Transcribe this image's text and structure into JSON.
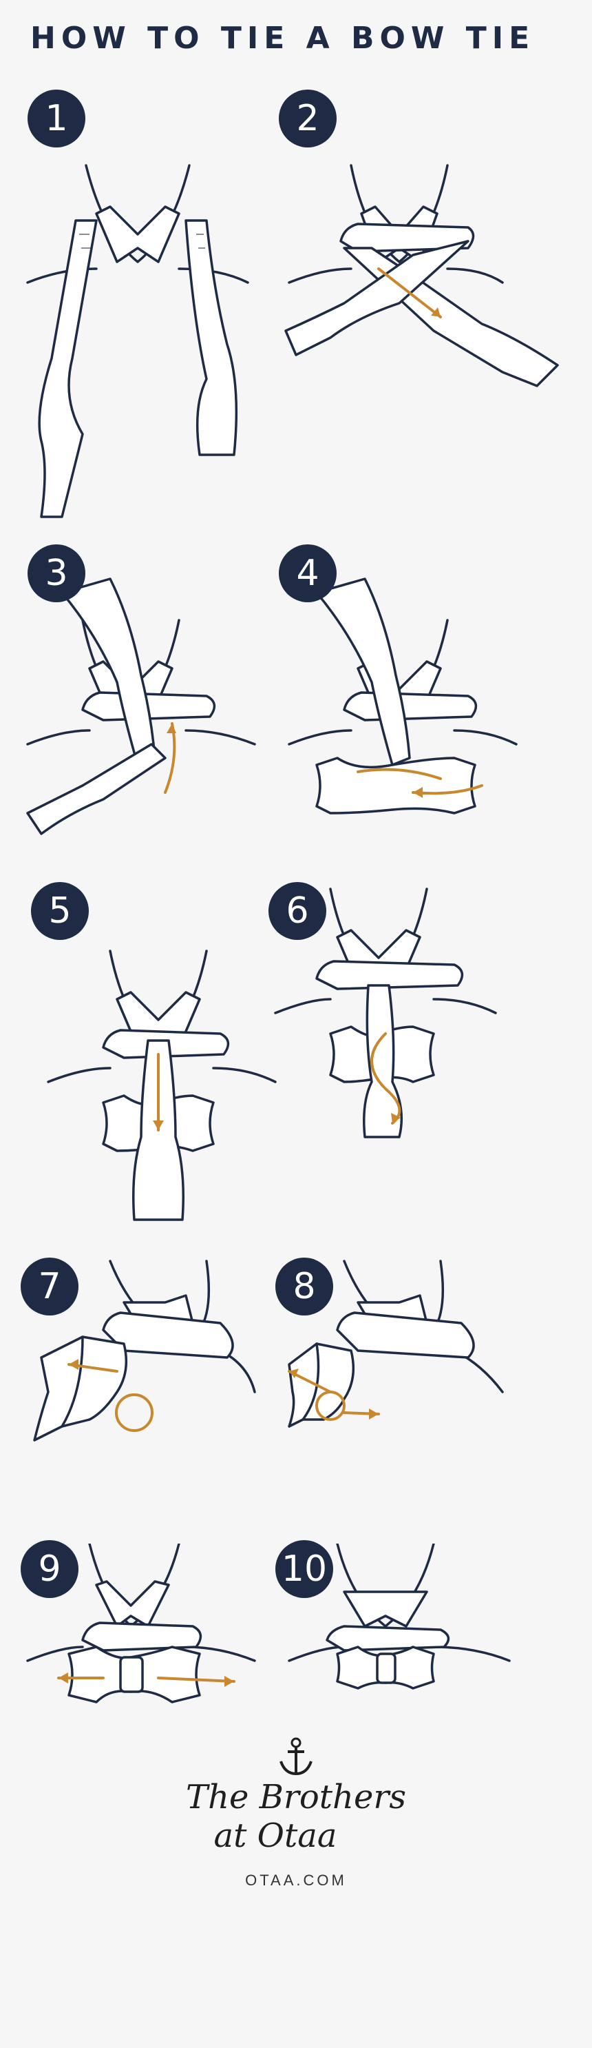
{
  "title": "HOW TO TIE A BOW TIE",
  "steps": [
    {
      "number": "1"
    },
    {
      "number": "2"
    },
    {
      "number": "3"
    },
    {
      "number": "4"
    },
    {
      "number": "5"
    },
    {
      "number": "6"
    },
    {
      "number": "7"
    },
    {
      "number": "8"
    },
    {
      "number": "9"
    },
    {
      "number": "10"
    }
  ],
  "footer": {
    "brand_line1": "The Brothers",
    "brand_line2": "at Otaa",
    "website": "OTAA.COM",
    "logo_icon": "anchor-icon"
  },
  "colors": {
    "ink": "#1f2a44",
    "accent": "#c9882e",
    "background": "#f6f6f6"
  }
}
